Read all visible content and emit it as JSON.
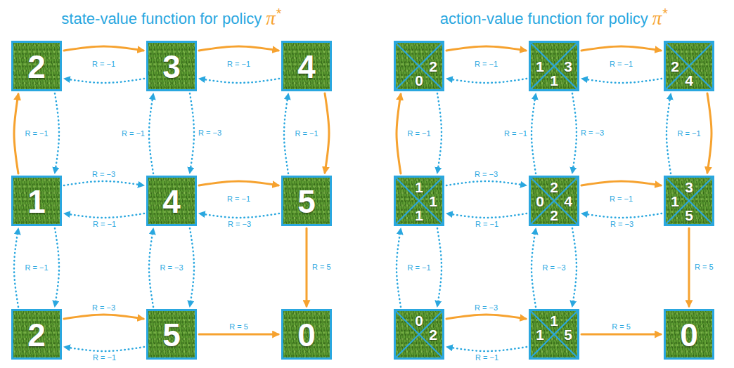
{
  "diagram": {
    "title": "state-value function for policy",
    "nodes": [
      {
        "text": [
          "2"
        ]
      },
      {
        "text": [
          "3"
        ]
      },
      {
        "text": [
          "4"
        ]
      },
      {
        "text": [
          "1"
        ]
      },
      {
        "text": [
          "4"
        ]
      },
      {
        "text": [
          "5"
        ]
      },
      {
        "text": [
          "2"
        ]
      },
      {
        "text": [
          "5"
        ]
      },
      {
        "text": [
          "0"
        ]
      },
      {
        "text": [
          "2",
          "0"
        ]
      },
      {
        "text": [
          "1",
          "3",
          "1"
        ]
      },
      {
        "text": [
          "2",
          "4"
        ]
      },
      {
        "text": [
          "1",
          "1",
          "1"
        ]
      },
      {
        "text": [
          "2",
          "0",
          "4",
          "2"
        ]
      },
      {
        "text": [
          "3",
          "1",
          "5"
        ]
      },
      {
        "text": [
          "0",
          "2"
        ]
      },
      {
        "text": [
          "1",
          "1",
          "5"
        ]
      },
      {
        "text": [
          "0"
        ]
      }
    ],
    "edges": [
      {
        "from": 0,
        "to": 1,
        "arrow": "to",
        "label": "R = −1"
      },
      {
        "from": 1,
        "to": 0,
        "arrow": "to"
      },
      {
        "from": 1,
        "to": 2,
        "arrow": "to",
        "label": "R = −1"
      },
      {
        "from": 2,
        "to": 1,
        "arrow": "to"
      },
      {
        "from": 3,
        "to": 0,
        "arrow": "to",
        "label": "R = −1"
      },
      {
        "from": 0,
        "to": 3,
        "arrow": "to"
      },
      {
        "from": 4,
        "to": 1,
        "arrow": "to",
        "label": "R = −1"
      },
      {
        "from": 1,
        "to": 4,
        "arrow": "to",
        "label": "R = −3"
      },
      {
        "from": 5,
        "to": 2,
        "arrow": "to",
        "label": "R = −1"
      },
      {
        "from": 2,
        "to": 5,
        "arrow": "to"
      },
      {
        "from": 3,
        "to": 4,
        "arrow": "to",
        "label": "R = −3"
      },
      {
        "from": 4,
        "to": 3,
        "arrow": "to",
        "label": "R = −1"
      },
      {
        "from": 4,
        "to": 5,
        "arrow": "to",
        "label": "R = −1"
      },
      {
        "from": 5,
        "to": 4,
        "arrow": "to",
        "label": "R = −3"
      },
      {
        "from": 6,
        "to": 3,
        "arrow": "to",
        "label": "R = −1"
      },
      {
        "from": 3,
        "to": 6,
        "arrow": "to"
      },
      {
        "from": 7,
        "to": 4,
        "arrow": "to",
        "label": "R = −3"
      },
      {
        "from": 4,
        "to": 7,
        "arrow": "to"
      },
      {
        "from": 5,
        "to": 8,
        "arrow": "to",
        "label": "R = 5"
      },
      {
        "from": 6,
        "to": 7,
        "arrow": "to",
        "label": "R = −3"
      },
      {
        "from": 7,
        "to": 6,
        "arrow": "to",
        "label": "R = −1"
      },
      {
        "from": 7,
        "to": 8,
        "arrow": "to",
        "label": "R = 5"
      },
      {
        "from": 9,
        "to": 10,
        "arrow": "to",
        "label": "R = −1"
      },
      {
        "from": 10,
        "to": 9,
        "arrow": "to"
      },
      {
        "from": 10,
        "to": 11,
        "arrow": "to",
        "label": "R = −1"
      },
      {
        "from": 11,
        "to": 10,
        "arrow": "to"
      },
      {
        "from": 12,
        "to": 9,
        "arrow": "to",
        "label": "R = −1"
      },
      {
        "from": 9,
        "to": 12,
        "arrow": "to"
      },
      {
        "from": 13,
        "to": 10,
        "arrow": "to",
        "label": "R = −1"
      },
      {
        "from": 10,
        "to": 13,
        "arrow": "to",
        "label": "R = −3"
      },
      {
        "from": 14,
        "to": 11,
        "arrow": "to",
        "label": "R = −1"
      },
      {
        "from": 11,
        "to": 14,
        "arrow": "to"
      },
      {
        "from": 12,
        "to": 13,
        "arrow": "to",
        "label": "R = −3"
      },
      {
        "from": 13,
        "to": 12,
        "arrow": "to",
        "label": "R = −1"
      },
      {
        "from": 13,
        "to": 14,
        "arrow": "to",
        "label": "R = −1"
      },
      {
        "from": 14,
        "to": 13,
        "arrow": "to",
        "label": "R = −3"
      },
      {
        "from": 15,
        "to": 12,
        "arrow": "to",
        "label": "R = −1"
      },
      {
        "from": 12,
        "to": 15,
        "arrow": "to"
      },
      {
        "from": 16,
        "to": 13,
        "arrow": "to",
        "label": "R = −3"
      },
      {
        "from": 13,
        "to": 16,
        "arrow": "to"
      },
      {
        "from": 14,
        "to": 17,
        "arrow": "to",
        "label": "R = 5"
      },
      {
        "from": 15,
        "to": 16,
        "arrow": "to",
        "label": "R = −3"
      },
      {
        "from": 16,
        "to": 15,
        "arrow": "to",
        "label": "R = −1"
      },
      {
        "from": 16,
        "to": 17,
        "arrow": "to",
        "label": "R = 5"
      }
    ],
    "labels": [
      "π",
      "*",
      "action-value function for policy",
      "π",
      "*"
    ]
  }
}
